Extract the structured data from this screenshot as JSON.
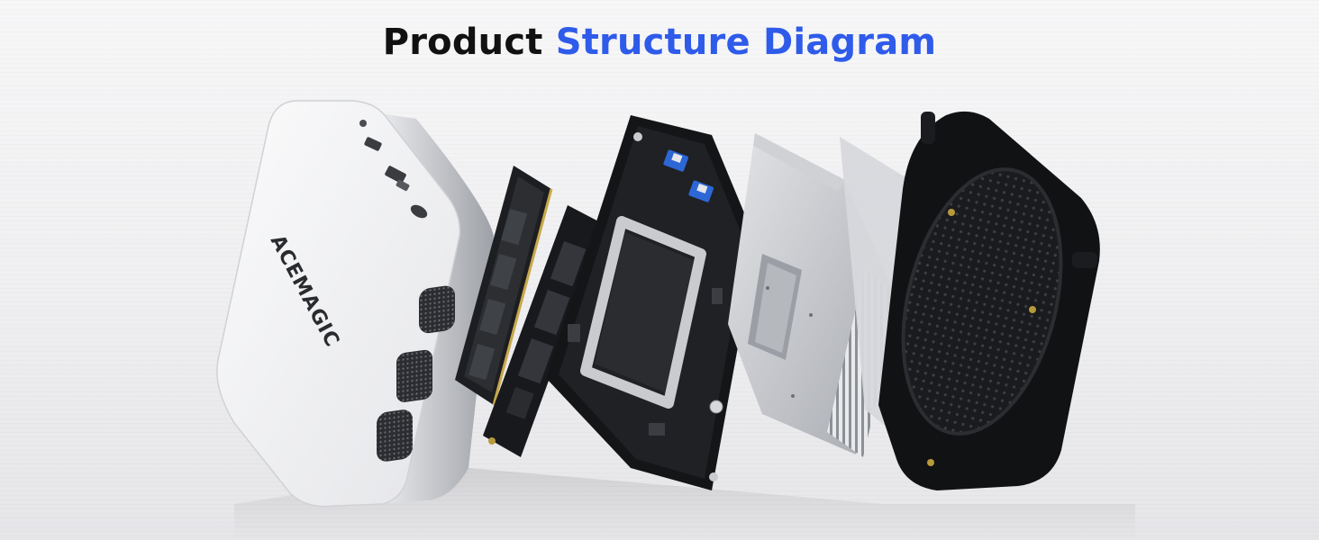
{
  "title": {
    "part1": "Product",
    "part2": "Structure Diagram",
    "accent_color": "#2f5bea",
    "text_color": "#111111"
  },
  "brand": {
    "logo_text": "ACEMAGIC"
  },
  "components": [
    {
      "id": "top-shell",
      "icon": "aluminum-chassis"
    },
    {
      "id": "memory",
      "icon": "ram-stick"
    },
    {
      "id": "storage",
      "icon": "ssd-module"
    },
    {
      "id": "motherboard",
      "icon": "circuit-board"
    },
    {
      "id": "heatsink",
      "icon": "heatsink-block"
    },
    {
      "id": "fan-cover",
      "icon": "fan-base-plate"
    }
  ]
}
